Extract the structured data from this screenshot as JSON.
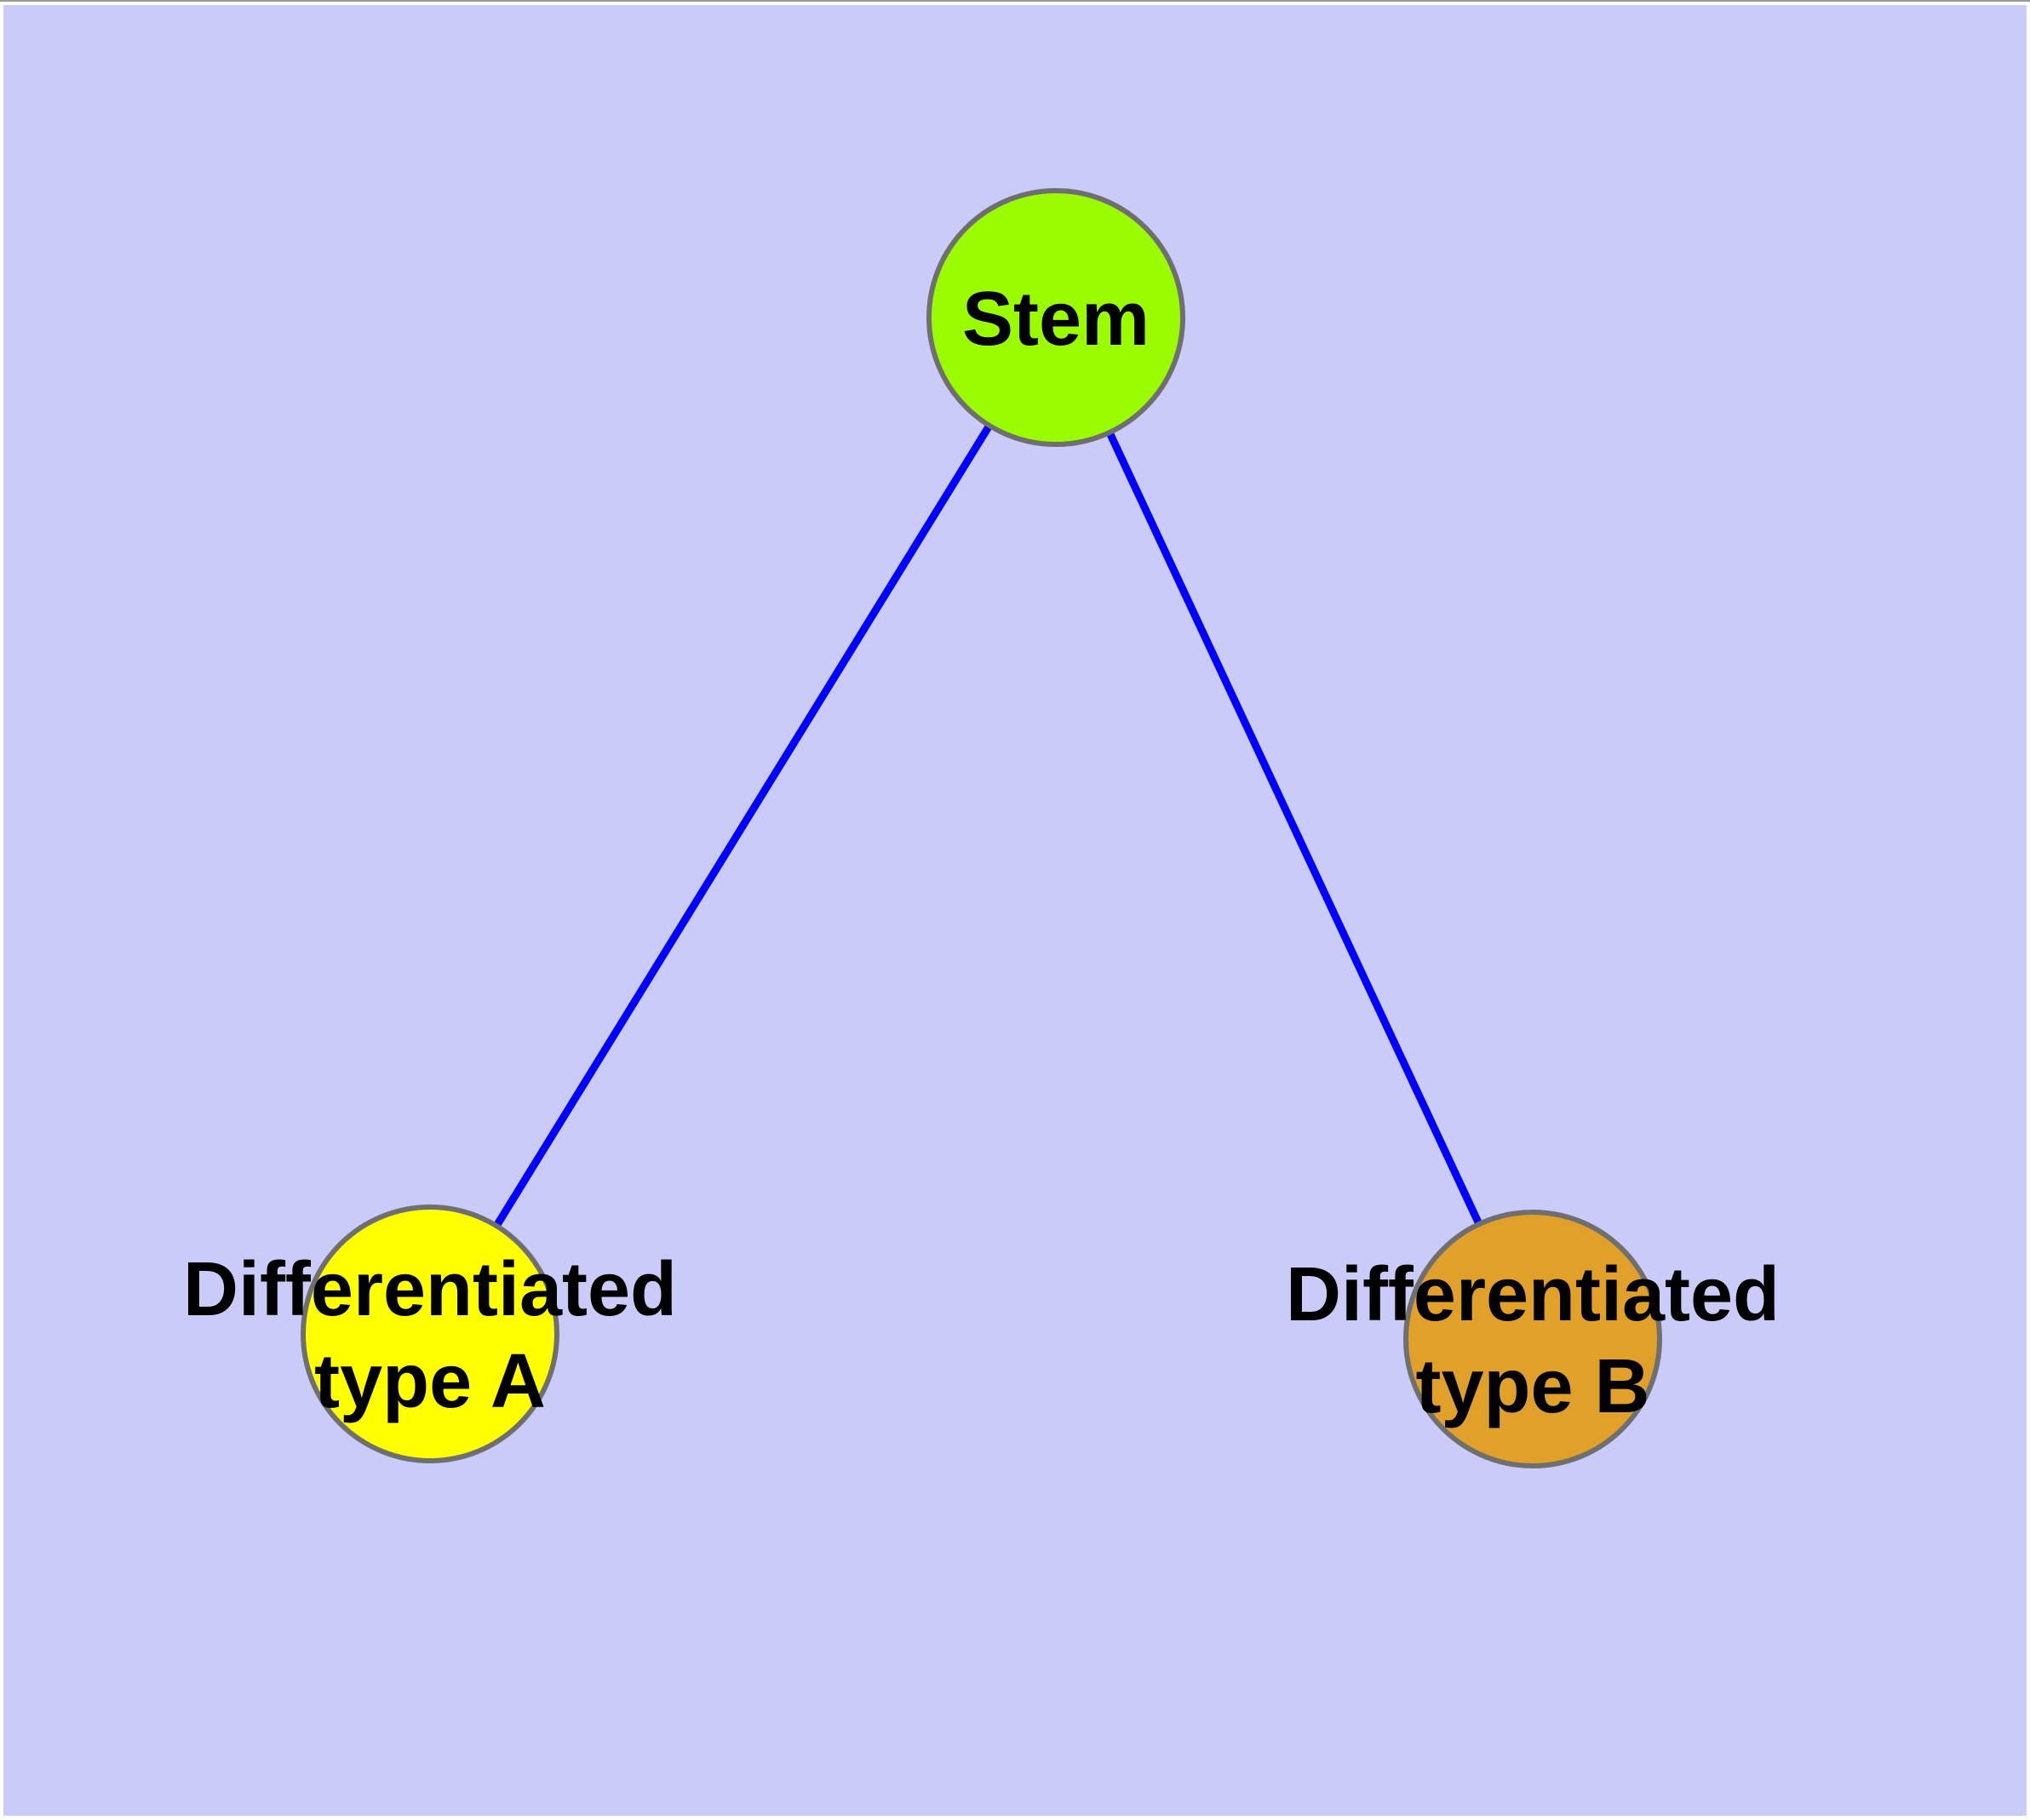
{
  "diagram": {
    "type": "node-link-graph",
    "background_color": "#cbcbf9",
    "margin_color": "#ffffff",
    "edge_color": "#0000ff",
    "node_border_color": "#6f6f6f",
    "label_color": "#000000",
    "nodes": {
      "stem": {
        "label": "Stem",
        "fill": "#9bfb00"
      },
      "type_a": {
        "label_line1": "Differentiated",
        "label_line2": "type A",
        "fill": "#ffff00"
      },
      "type_b": {
        "label_line1": "Differentiated",
        "label_line2": "type B",
        "fill": "#e0a02a"
      }
    },
    "edges": [
      {
        "from": "Stem",
        "to": "Differentiated type A"
      },
      {
        "from": "Stem",
        "to": "Differentiated type B"
      }
    ]
  }
}
